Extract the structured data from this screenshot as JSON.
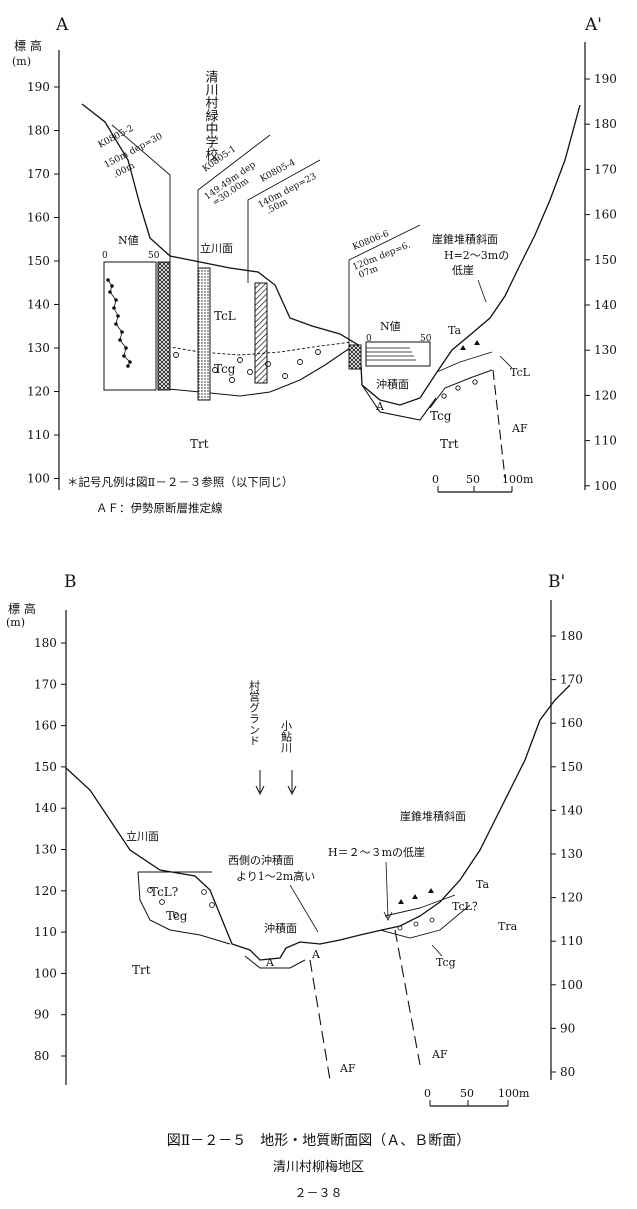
{
  "section_a": {
    "label_left": "A",
    "label_right": "A'",
    "axis_title": "標 高",
    "axis_unit": "(m)",
    "ticks": [
      "190",
      "180",
      "170",
      "160",
      "150",
      "140",
      "130",
      "120",
      "110",
      "100"
    ],
    "ticks_right": [
      "190",
      "180",
      "170",
      "160",
      "150",
      "140",
      "130",
      "120",
      "110",
      "100"
    ],
    "school": "清川村緑中学校",
    "boreholes": [
      {
        "id": "K0805-2",
        "line1": "150m dep=30",
        "line2": ".00m"
      },
      {
        "id": "K0805-1",
        "line1": "149.49m dep",
        "line2": "=30.00m"
      },
      {
        "id": "K0805-4",
        "line1": "140m dep=23",
        "line2": ".50m"
      },
      {
        "id": "K0806-6",
        "line1": "120m dep=6.",
        "line2": "07m"
      }
    ],
    "n_value_label": "N値",
    "n_tick_0": "0",
    "n_tick_50": "50",
    "n_value_label_2": "N値",
    "n2_tick_0": "0",
    "n2_tick_50": "50",
    "tachikawa": "立川面",
    "TcL": "TcL",
    "Tcg": "Tcg",
    "Trt": "Trt",
    "alluvial": "沖積面",
    "A_unit": "A",
    "Tcg_right": "Tcg",
    "Trt_right": "Trt",
    "Ta": "Ta",
    "TcL_right": "TcL",
    "AF": "AF",
    "talus": "崖錐堆積斜面",
    "scarp_h": "H=2～3mの",
    "scarp": "低崖",
    "note": "＊記号凡例は図Ⅱ－２－３参照（以下同じ）",
    "af_note": "ＡＦ：伊勢原断層推定線",
    "scale_0": "0",
    "scale_50": "50",
    "scale_100": "100m"
  },
  "section_b": {
    "label_left": "B",
    "label_right": "B'",
    "axis_title": "標 高",
    "axis_unit": "(m)",
    "ticks": [
      "180",
      "170",
      "160",
      "150",
      "140",
      "130",
      "120",
      "110",
      "100",
      "90",
      "80"
    ],
    "ticks_right": [
      "180",
      "170",
      "160",
      "150",
      "140",
      "130",
      "120",
      "110",
      "100",
      "90",
      "80"
    ],
    "ground": "村営グランド",
    "river": "小鮎川",
    "tachikawa": "立川面",
    "TcL": "TcL?",
    "Tcg": "Tcg",
    "Trt": "Trt",
    "west_note_1": "西側の沖積面",
    "west_note_2": "より1～2m高い",
    "alluvial": "沖積面",
    "A1": "A",
    "A2": "A",
    "scarp": "H＝２～３mの低崖",
    "talus": "崖錐堆積斜面",
    "Ta": "Ta",
    "TcL_q": "TcL？",
    "Tra": "Tra",
    "Tcg_right": "Tcg",
    "AF1": "AF",
    "AF2": "AF",
    "scale_0": "0",
    "scale_50": "50",
    "scale_100": "100m"
  },
  "caption": {
    "title": "図Ⅱ－２－５　地形・地質断面図（Ａ、Ｂ断面）",
    "subtitle": "清川村柳梅地区",
    "page": "２－３８"
  }
}
